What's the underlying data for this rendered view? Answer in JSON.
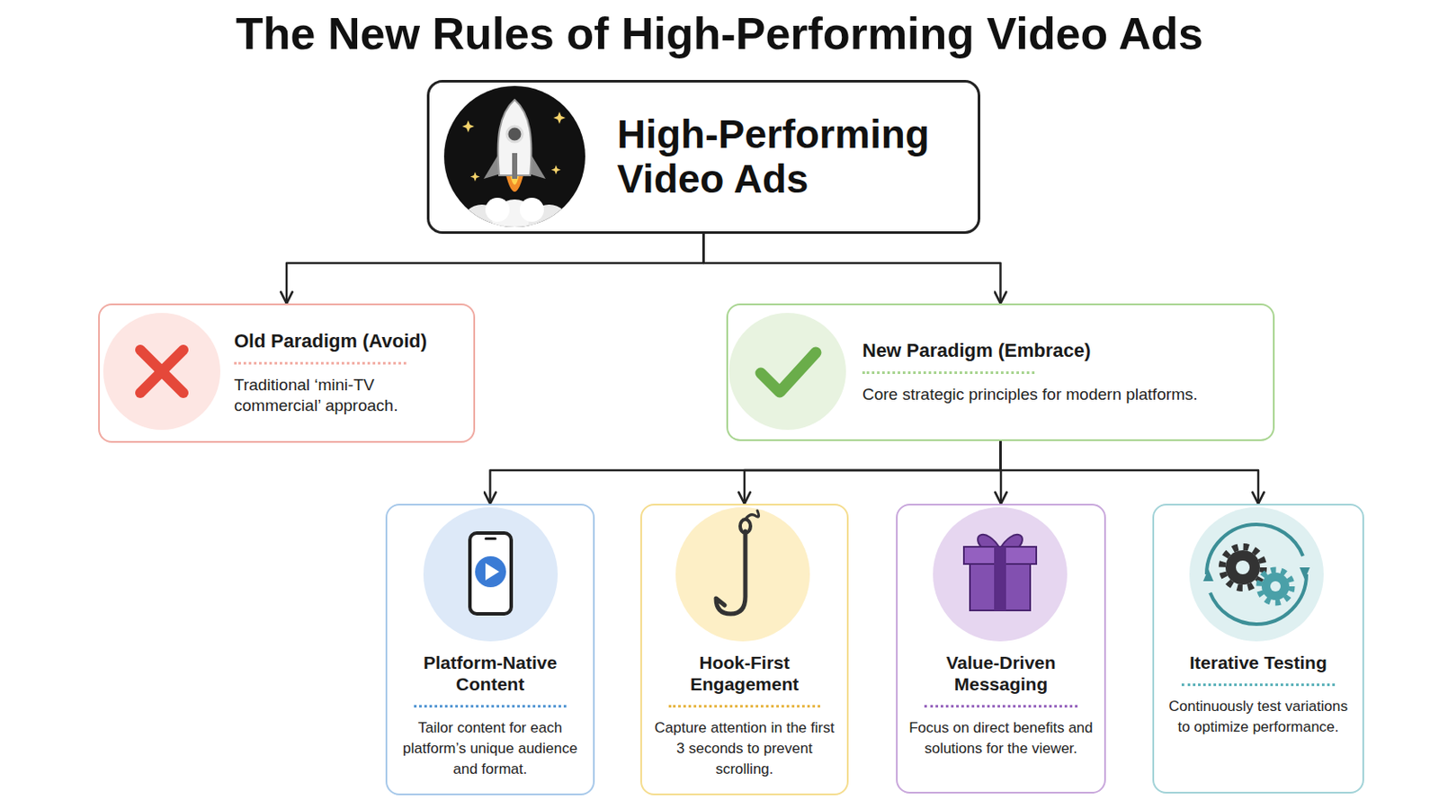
{
  "diagram": {
    "title": "The New Rules of High-Performing Video Ads",
    "nodes": [
      {
        "text": [
          "High-Performing Video Ads"
        ]
      },
      {
        "text": [
          "Old Paradigm (Avoid)",
          "Traditional ‘mini-TV commercial’ approach."
        ]
      },
      {
        "text": [
          "New Paradigm (Embrace)",
          "Core strategic principles for modern platforms."
        ]
      },
      {
        "text": [
          "Platform-Native Content",
          "Tailor content for each platform’s unique audience and format."
        ]
      },
      {
        "text": [
          "Hook-First Engagement",
          "Capture attention in the first 3 seconds to prevent scrolling."
        ]
      },
      {
        "text": [
          "Value-Driven Messaging",
          "Focus on direct benefits and solutions for the viewer."
        ]
      },
      {
        "text": [
          "Iterative Testing",
          "Continuously test variations to optimize performance."
        ]
      }
    ],
    "edges": [
      {
        "from": 0,
        "to": 1,
        "arrow": "to"
      },
      {
        "from": 0,
        "to": 2,
        "arrow": "to"
      },
      {
        "from": 2,
        "to": 3,
        "arrow": "to"
      },
      {
        "from": 2,
        "to": 4,
        "arrow": "to"
      },
      {
        "from": 2,
        "to": 5,
        "arrow": "to"
      },
      {
        "from": 2,
        "to": 6,
        "arrow": "to"
      }
    ]
  }
}
